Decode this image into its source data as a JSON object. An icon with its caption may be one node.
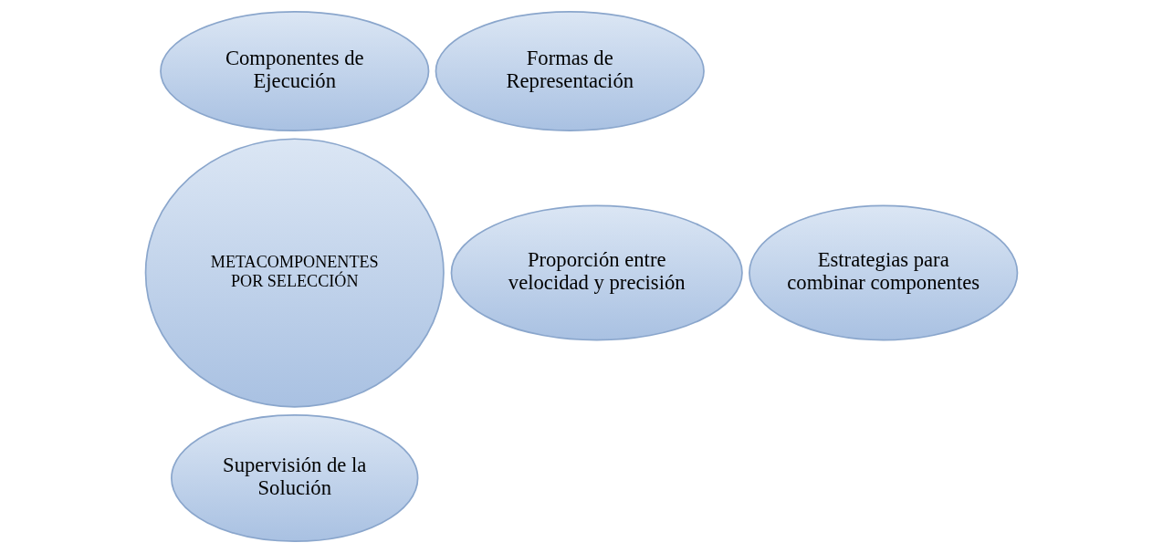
{
  "diagram": {
    "nodes": [
      {
        "text": [
          "Componentes de Ejecución"
        ]
      },
      {
        "text": [
          "Formas de Representación"
        ]
      },
      {
        "text": [
          "METACOMPONENTES POR SELECCIÓN"
        ]
      },
      {
        "text": [
          "Proporción entre velocidad y precisión"
        ]
      },
      {
        "text": [
          "Estrategias para combinar componentes"
        ]
      },
      {
        "text": [
          "Supervisión de la Solución"
        ]
      }
    ],
    "edges": []
  }
}
